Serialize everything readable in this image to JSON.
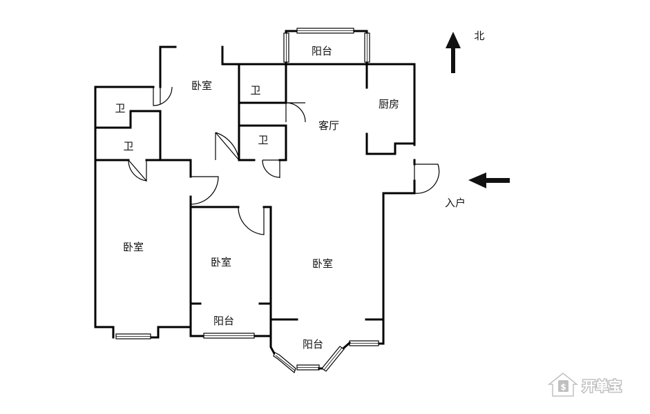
{
  "rooms": {
    "balcony_north": "阳台",
    "bedroom_north": "卧室",
    "bath_upper_left": "卫",
    "bath_lower_left": "卫",
    "bath_center_top": "卫",
    "bath_center_mid": "卫",
    "kitchen": "厨房",
    "living_room": "客厅",
    "bedroom_left": "卧室",
    "bedroom_middle": "卧室",
    "bedroom_right": "卧室",
    "balcony_middle": "阳台",
    "balcony_bay": "阳台"
  },
  "compass": {
    "label": "北"
  },
  "entrance": {
    "label": "入户"
  },
  "watermark": {
    "brand": "开单宝",
    "icon": "house-dollar-icon"
  }
}
